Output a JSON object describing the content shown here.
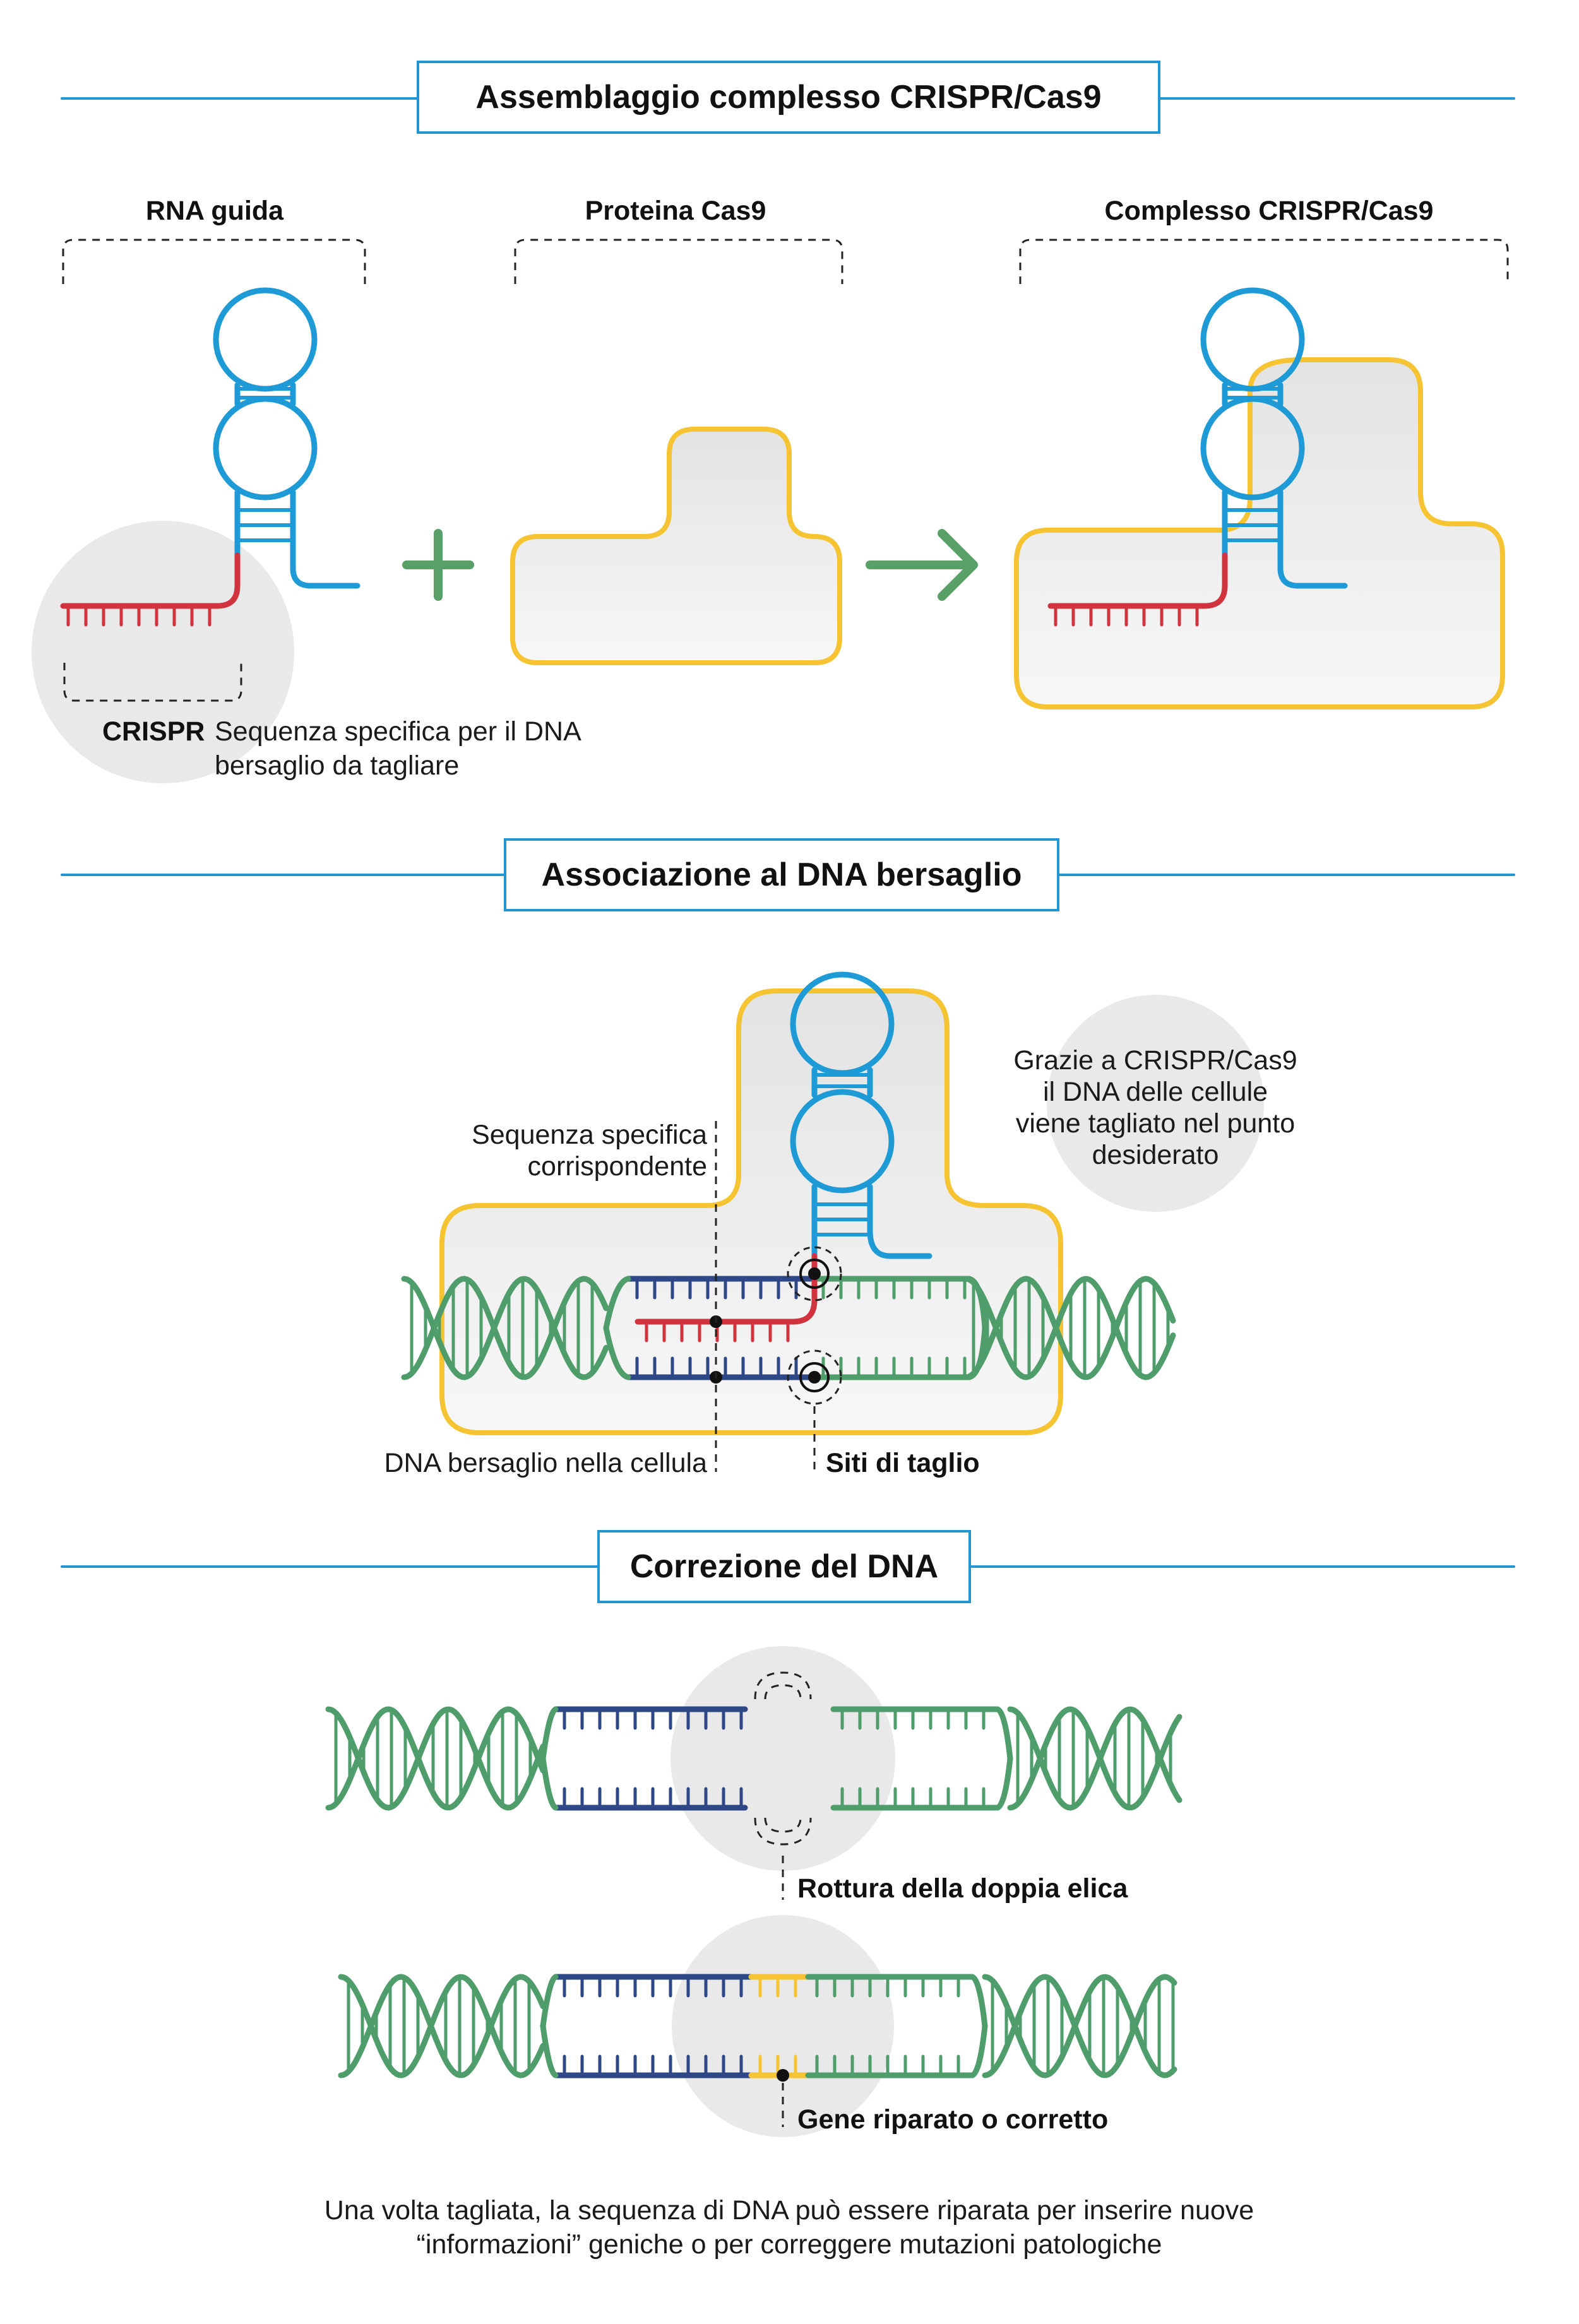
{
  "colors": {
    "section_line": "#2196d3",
    "rna_loop": "#1e9ad6",
    "crispr_red": "#d2343f",
    "cas9_outline": "#f6c433",
    "cas9_fill": "#ececec",
    "dna_green": "#4e9d6a",
    "dna_navy": "#2e4787",
    "repair_yellow": "#f6c433",
    "arrow_green": "#58a068",
    "bubble_gray": "#e9e9e9"
  },
  "sections": {
    "assembly": {
      "title": "Assemblaggio complesso CRISPR/Cas9",
      "rna_label": "RNA guida",
      "cas9_label": "Proteina Cas9",
      "complex_label": "Complesso CRISPR/Cas9",
      "crispr_term": "CRISPR",
      "crispr_desc_line1": "Sequenza specifica per il DNA",
      "crispr_desc_line2": "bersaglio da tagliare",
      "plus_icon": "plus-icon",
      "arrow_icon": "arrow-right-icon"
    },
    "binding": {
      "title": "Associazione al DNA bersaglio",
      "match_label_line1": "Sequenza specifica",
      "match_label_line2": "corrispondente",
      "target_label": "DNA bersaglio nella cellula",
      "cut_sites_label": "Siti di taglio",
      "note_line1": "Grazie a CRISPR/Cas9",
      "note_line2": "il DNA delle cellule",
      "note_line3": "viene tagliato nel punto",
      "note_line4": "desiderato"
    },
    "correction": {
      "title": "Correzione del DNA",
      "break_label": "Rottura della doppia elica",
      "repaired_label": "Gene riparato o corretto",
      "footer_line1": "Una volta tagliata, la sequenza di DNA può essere riparata per inserire nuove",
      "footer_line2": "“informazioni” geniche o per correggere mutazioni patologiche"
    }
  }
}
